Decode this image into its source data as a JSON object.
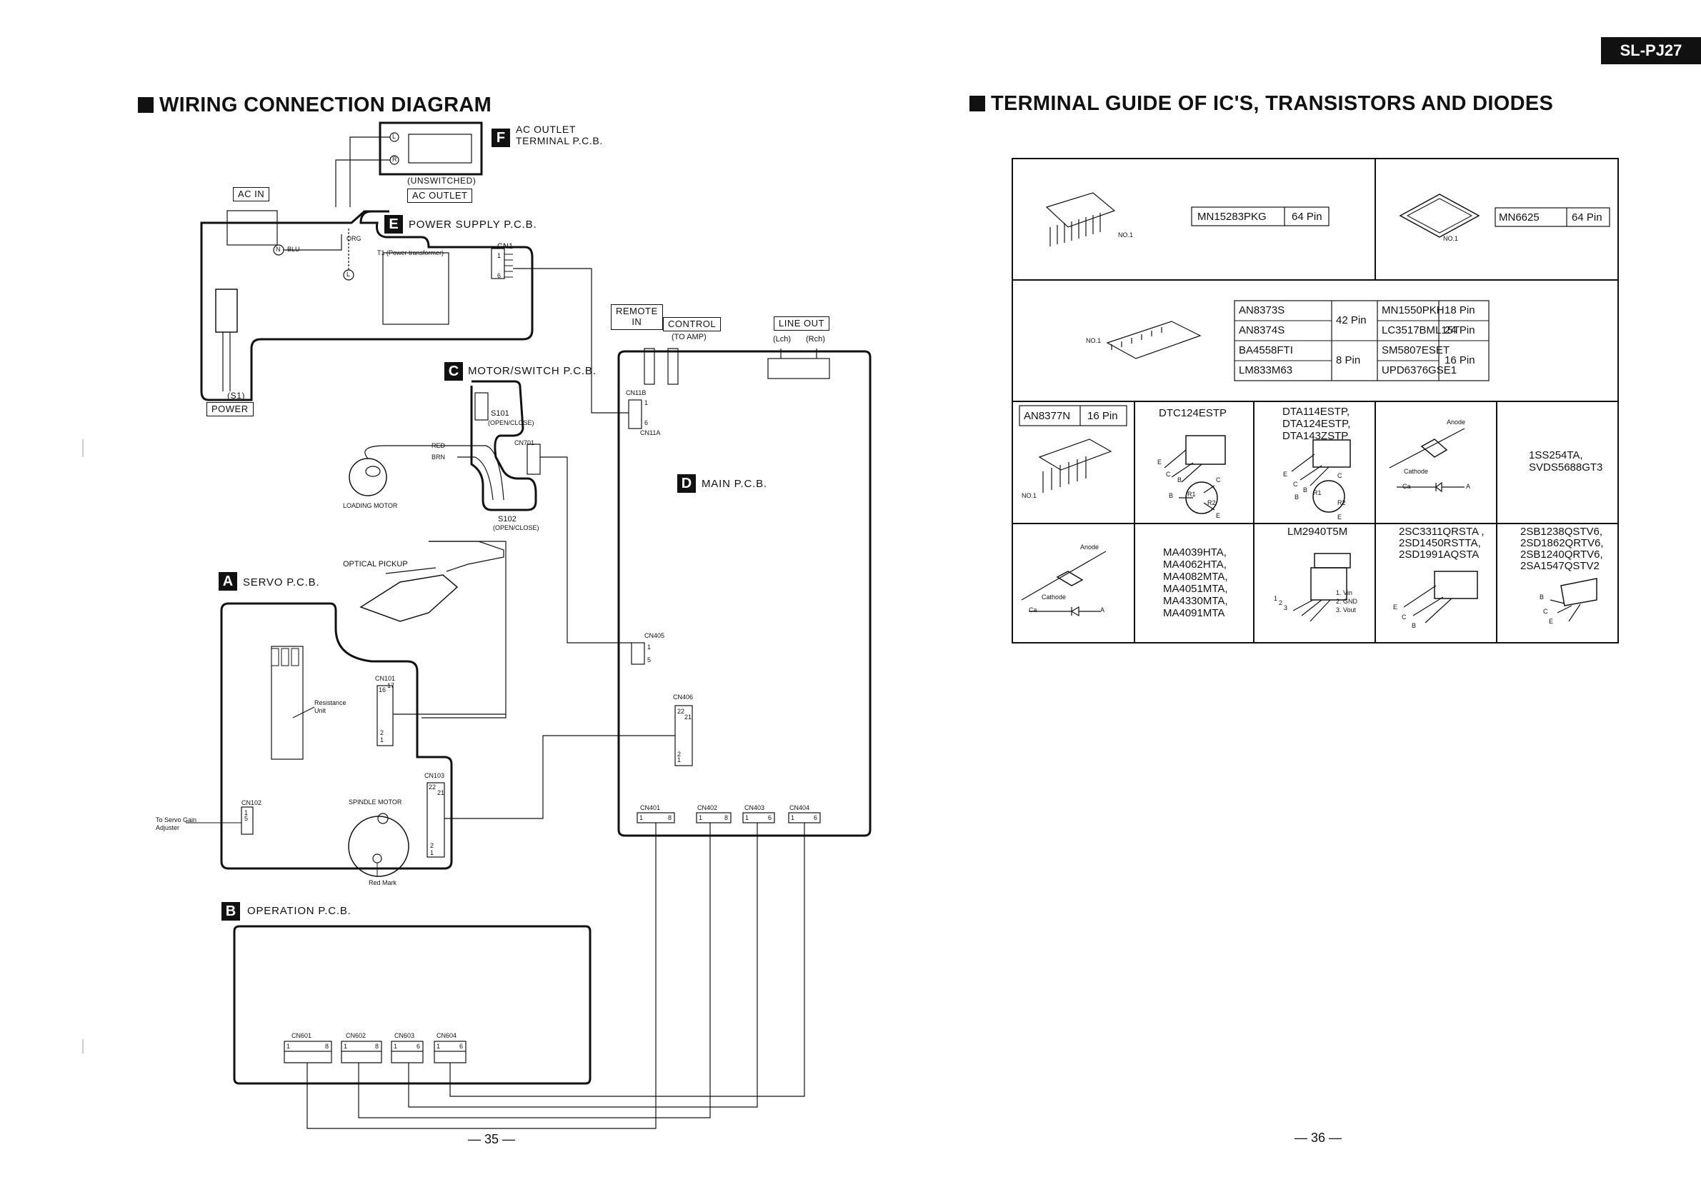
{
  "model_badge": "SL-PJ27",
  "left": {
    "heading": "WIRING CONNECTION DIAGRAM",
    "ac_outlet_pcb": {
      "letter": "F",
      "name_line1": "AC OUTLET",
      "name_line2": "TERMINAL P.C.B.",
      "unswitched": "(UNSWITCHED)",
      "outlet_label": "AC OUTLET",
      "term_l": "L",
      "term_r": "R"
    },
    "ac_in": "AC IN",
    "power_supply_pcb": {
      "letter": "E",
      "name": "POWER SUPPLY P.C.B.",
      "transformer": "T1 (Power transformer)",
      "cn1": "CN1",
      "n_node": "N",
      "blu": "BLU",
      "org": "ORG",
      "l_node": "L",
      "pin1": "1",
      "pin6": "6"
    },
    "power": {
      "switch": "(S1)",
      "label": "POWER"
    },
    "remote_in": {
      "line1": "REMOTE",
      "line2": "IN"
    },
    "control": {
      "label": "CONTROL",
      "sub": "(TO AMP)"
    },
    "line_out": {
      "label": "LINE OUT",
      "lch": "(Lch)",
      "rch": "(Rch)"
    },
    "motor_switch_pcb": {
      "letter": "C",
      "name": "MOTOR/SWITCH P.C.B.",
      "s101": "S101",
      "s101_sub": "(OPEN/CLOSE)",
      "cn701": "CN701",
      "s102": "S102",
      "s102_sub": "(OPEN/CLOSE)",
      "red": "RED",
      "brn": "BRN",
      "loading_motor": "LOADING MOTOR"
    },
    "main_pcb": {
      "letter": "D",
      "name": "MAIN P.C.B.",
      "cn11b": "CN11B",
      "cn11a": "CN11A",
      "cn405": "CN405",
      "cn406": "CN406",
      "cn401": "CN401",
      "cn402": "CN402",
      "cn403": "CN403",
      "cn404": "CN404",
      "pin22": "22",
      "pin21": "21",
      "pin2": "2",
      "pin1": "1",
      "pin5": "5",
      "pin6": "6",
      "pin8": "8"
    },
    "optical_pickup": "OPTICAL PICKUP",
    "servo_pcb": {
      "letter": "A",
      "name": "SERVO P.C.B.",
      "resistance_line1": "Resistance",
      "resistance_line2": "Unit",
      "cn101": "CN101",
      "cn102": "CN102",
      "cn103": "CN103",
      "spindle_motor": "SPINDLE MOTOR",
      "red_mark": "Red Mark",
      "gain_line1": "To Servo Gain",
      "gain_line2": "Adjuster",
      "pin16": "16",
      "pin17": "17",
      "pin22": "22",
      "pin21": "21",
      "pin2": "2",
      "pin1": "1",
      "pin5": "5"
    },
    "operation_pcb": {
      "letter": "B",
      "name": "OPERATION P.C.B.",
      "cn601": "CN601",
      "cn602": "CN602",
      "cn603": "CN603",
      "cn604": "CN604",
      "pin1": "1",
      "pin8": "8",
      "pin6": "6"
    },
    "page_number": "— 35 —"
  },
  "right": {
    "heading": "TERMINAL GUIDE OF IC'S, TRANSISTORS AND DIODES",
    "row1": {
      "ic1": "MN15283PKG",
      "ic1_pins": "64 Pin",
      "ic2": "MN6625",
      "ic2_pins": "64 Pin",
      "no1a": "NO.1",
      "no1b": "NO.1"
    },
    "row2": {
      "no1": "NO.1",
      "left_items": [
        {
          "part": "AN8373S"
        },
        {
          "part": "AN8374S"
        },
        {
          "part": "BA4558FTI"
        },
        {
          "part": "LM833M63"
        }
      ],
      "left_pin_a": "42 Pin",
      "left_pin_b": "8 Pin",
      "right_items": [
        {
          "part": "MN1550PKH",
          "pins": "18 Pin"
        },
        {
          "part": "LC3517BML15T",
          "pins": "24 Pin"
        },
        {
          "part": "SM5807ESET",
          "pins": ""
        },
        {
          "part": "UPD6376GSE1",
          "pins": ""
        }
      ],
      "right_pin_c": "16 Pin"
    },
    "row3": {
      "an8377n": "AN8377N",
      "an8377n_pins": "16 Pin",
      "no1": "NO.1",
      "dtc": "DTC124ESTP",
      "dta1": "DTA114ESTP,",
      "dta2": "DTA124ESTP,",
      "dta3": "DTA143ZSTP",
      "diode_anode": "Anode",
      "diode_cathode": "Cathode",
      "ca": "Ca",
      "a": "A",
      "diode1": "1SS254TA,",
      "diode2": "SVDS5688GT3",
      "e": "E",
      "c": "C",
      "b": "B",
      "r1": "R1",
      "r2": "R2"
    },
    "row4": {
      "anode": "Anode",
      "cathode": "Cathode",
      "ca": "Ca",
      "a": "A",
      "ma_list": [
        "MA4039HTA,",
        "MA4062HTA,",
        "MA4082MTA,",
        "MA4051MTA,",
        "MA4330MTA,",
        "MA4091MTA"
      ],
      "lm": "LM2940T5M",
      "vin": "1. Vin",
      "gnd": "2. GND",
      "vout": "3. Vout",
      "p1": "1",
      "p2": "2",
      "p3": "3",
      "sc_list": [
        "2SC3311QRSTA ,",
        "2SD1450RSTTA,",
        "2SD1991AQSTA"
      ],
      "sb_list": [
        "2SB1238QSTV6,",
        "2SD1862QRTV6,",
        "2SB1240QRTV6,",
        "2SA1547QSTV2"
      ],
      "e": "E",
      "c": "C",
      "b": "B"
    },
    "page_number": "— 36 —"
  }
}
